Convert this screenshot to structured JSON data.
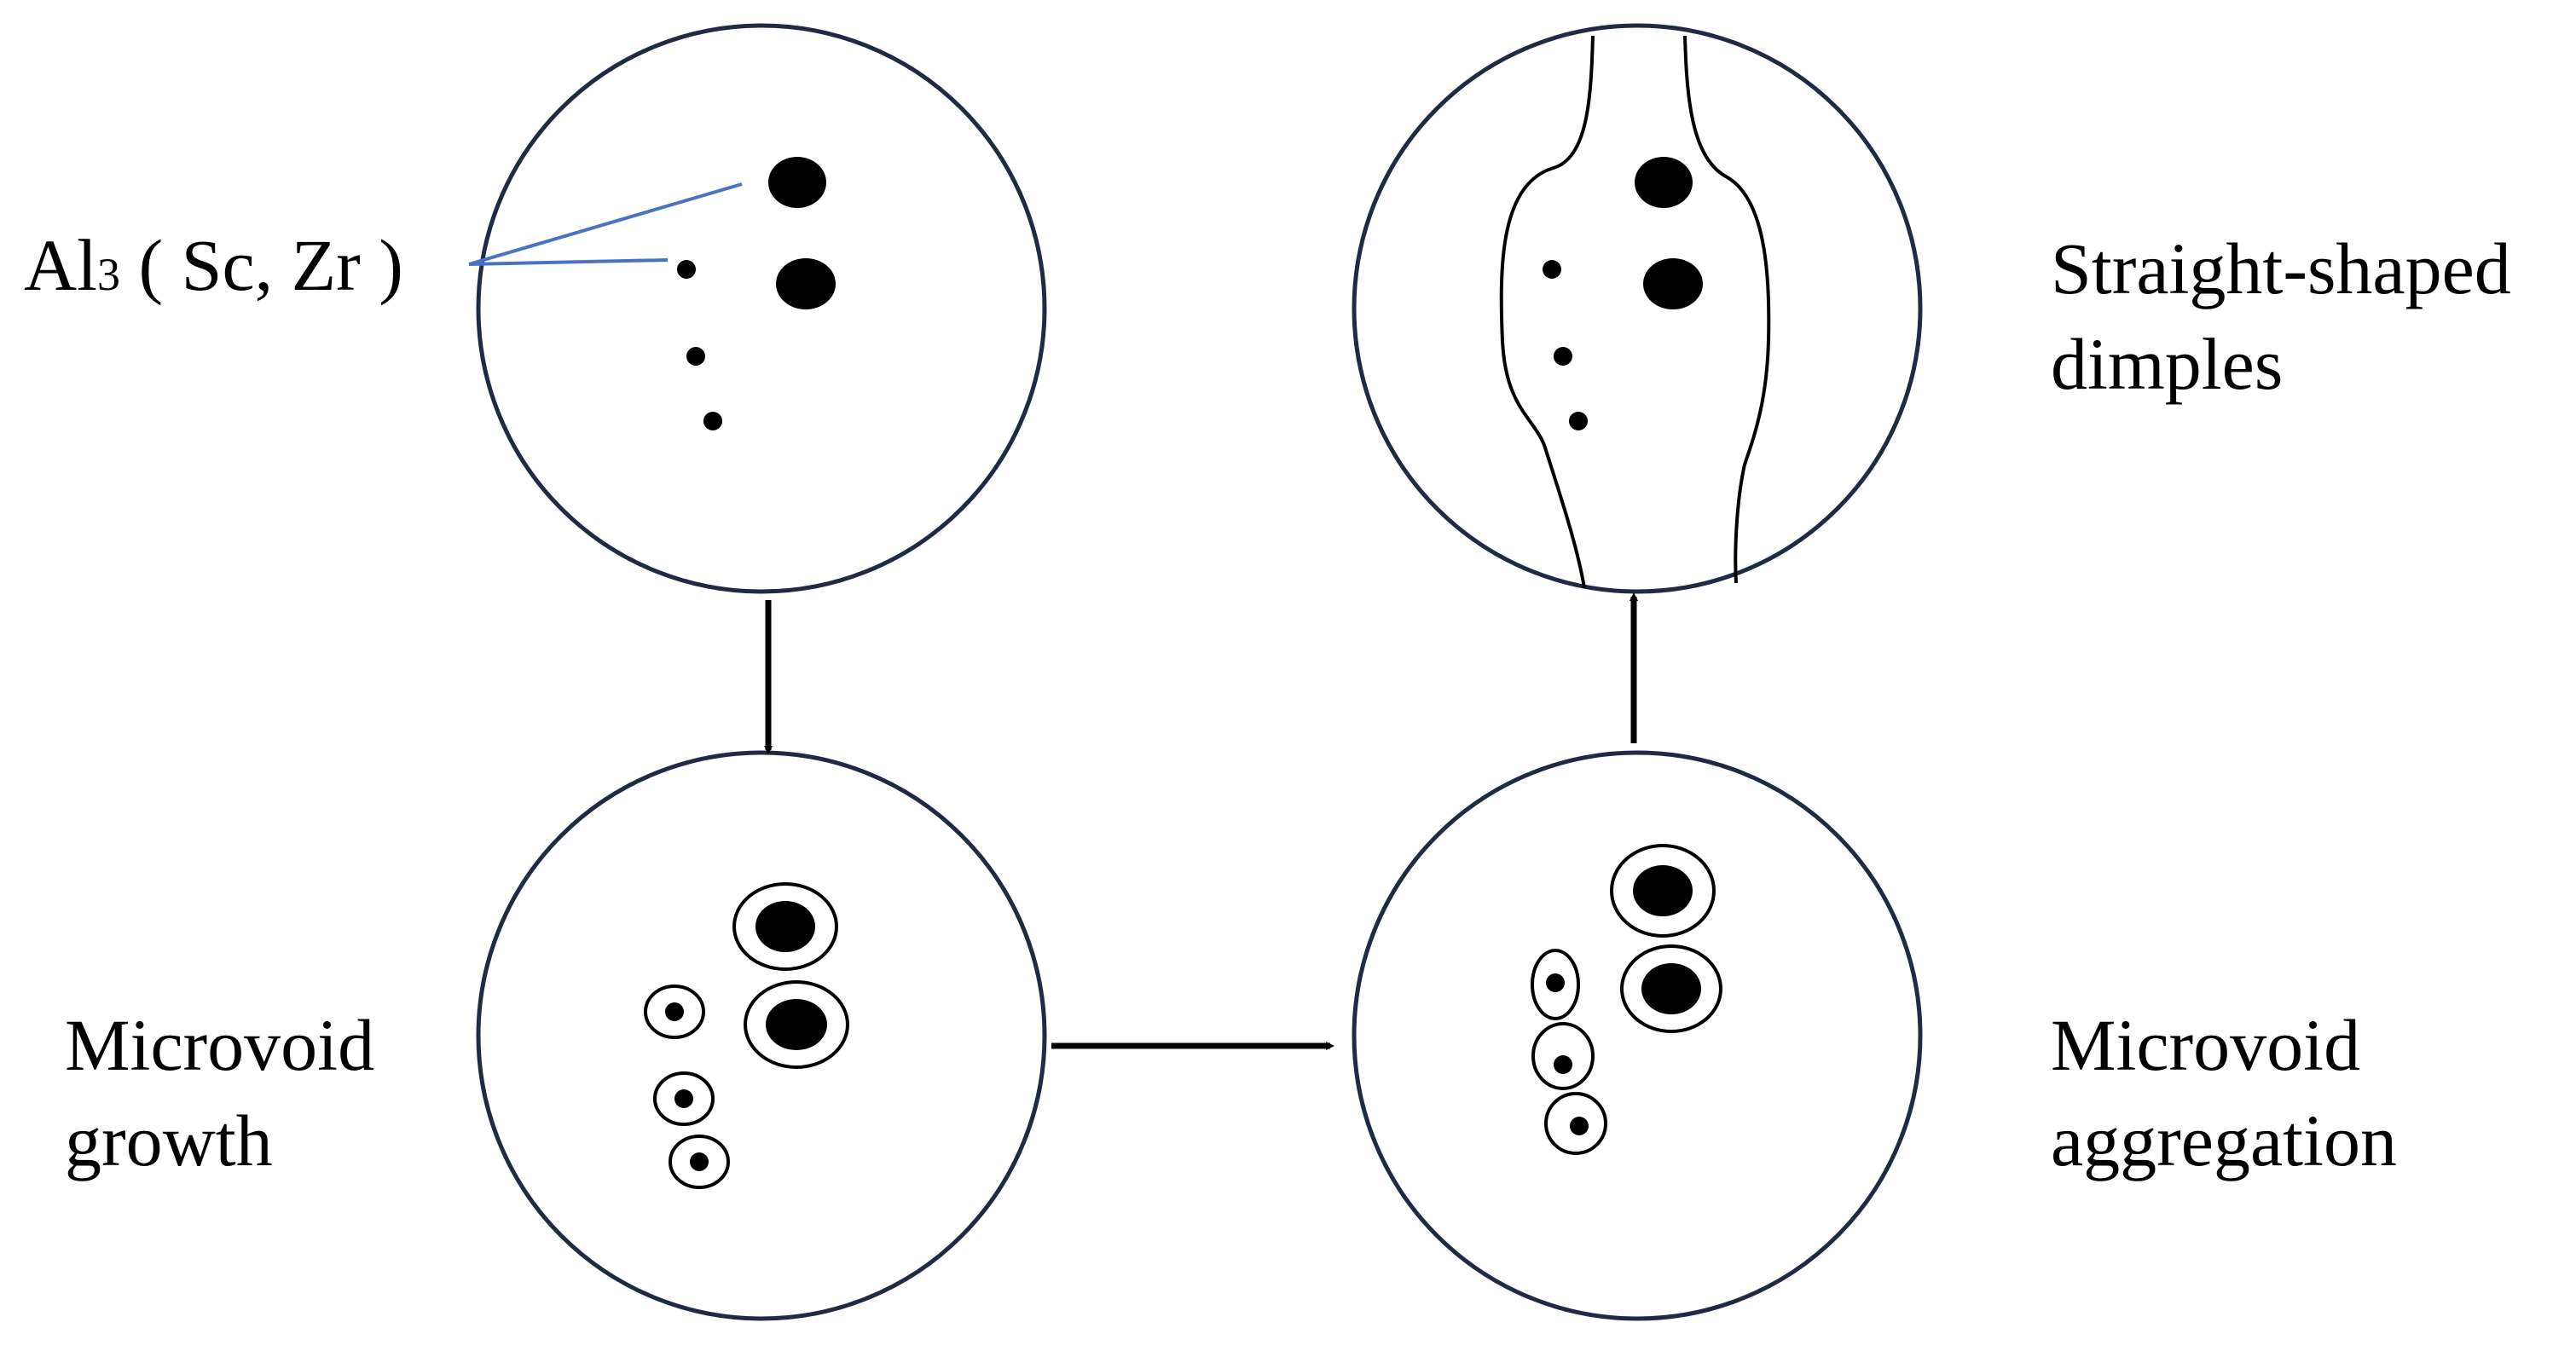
{
  "labels": {
    "particle_prefix": "Al",
    "particle_subscript": "3",
    "particle_suffix": " ( Sc, Zr )",
    "dimples_line1": "Straight-shaped",
    "dimples_line2": "dimples",
    "growth_line1": "Microvoid",
    "growth_line2": "growth",
    "aggregation_line1": "Microvoid",
    "aggregation_line2": "aggregation"
  },
  "colors": {
    "circle_stroke": "#1f2a44",
    "leader_line": "#4a72c4",
    "ink": "#000000"
  }
}
